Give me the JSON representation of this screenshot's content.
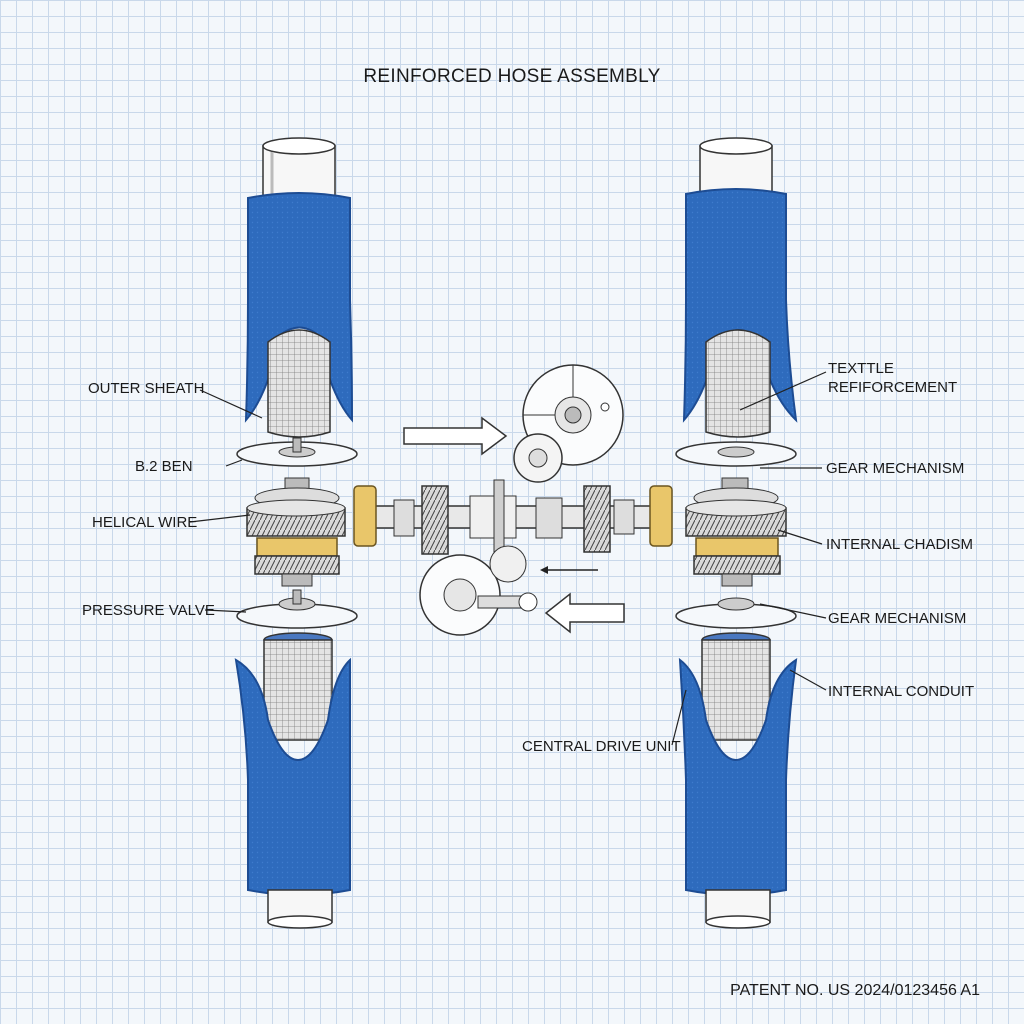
{
  "title": "REINFORCED HOSE ASSEMBLY",
  "labels": {
    "outer_sheath": "OUTER SHEATH",
    "b2_ben": "B.2 BEN",
    "helical_wire": "HELICAL WIRE",
    "pressure_valve": "PRESSURE VALVE",
    "textile_reinforcement": "TEXTTLE\nREFIFORCEMENT",
    "gear_mechanism_top": "GEAR MECHANISM",
    "internal_chadism": "INTERNAL CHADISM",
    "gear_mechanism_bottom": "GEAR MECHANISM",
    "internal_conduit": "INTERNAL CONDUIT",
    "central_drive_unit": "CENTRAL DRIVE UNIT"
  },
  "patent": "PATENT NO. US 2024/0123456 A1",
  "colors": {
    "sheath": "#2e6bbd",
    "sheath_dark": "#1d4c93",
    "mesh": "#d6d6d6",
    "gear": "#cfcfcf",
    "brass": "#e9c66a",
    "line": "#222222"
  }
}
